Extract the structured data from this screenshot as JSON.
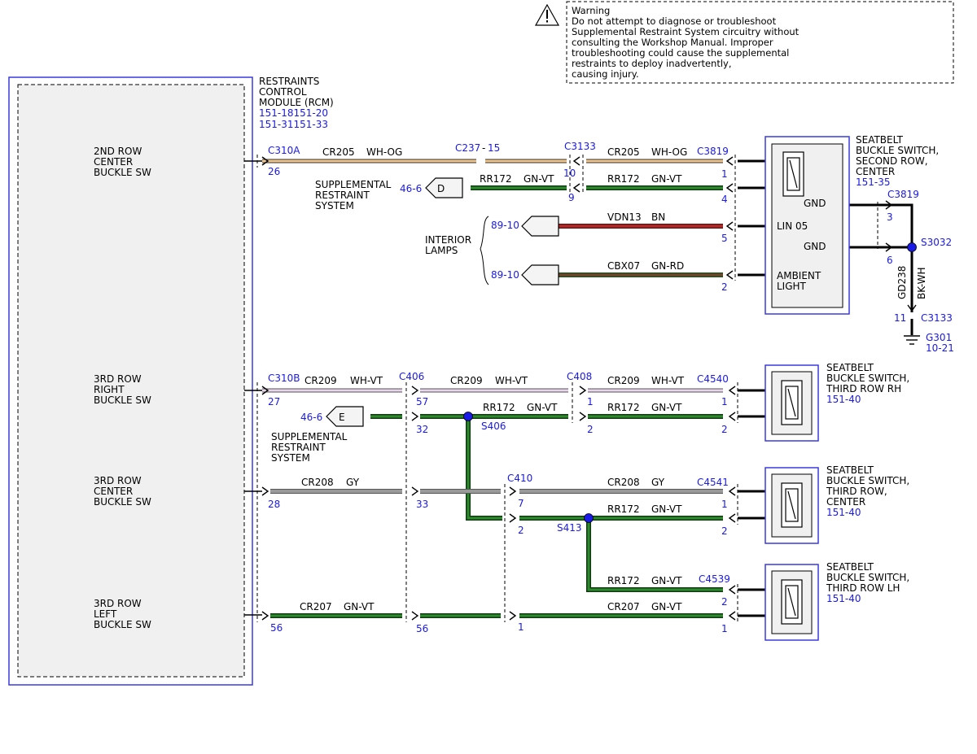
{
  "colors": {
    "blue_label": "#1a1ae6",
    "module_border": "#3a3ae0",
    "wire_white_orange": "#f2c48a",
    "wire_white_violet": "#d9c0d9",
    "wire_green_violet": "#1f6b1f",
    "wire_brown": "#a52a2a",
    "wire_green_red": "#2e6b2e",
    "wire_gray": "#8c8c8c",
    "splice": "#1a1ae6"
  },
  "warning": {
    "icon": "warning-triangle-icon",
    "title": "Warning",
    "lines": [
      "Do not attempt to diagnose or troubleshoot",
      "Supplemental Restraint System circuitry without",
      "consulting the Workshop Manual. Improper",
      "troubleshooting could cause the supplemental",
      "restraints to deploy inadvertently,",
      "causing injury."
    ]
  },
  "rcm": {
    "title_lines": [
      "RESTRAINTS",
      "CONTROL",
      "MODULE (RCM)"
    ],
    "refs": [
      "151-18151-20",
      "151-31151-33"
    ],
    "pins": [
      {
        "lines": [
          "2ND ROW",
          "CENTER",
          "BUCKLE SW"
        ]
      },
      {
        "lines": [
          "3RD ROW",
          "RIGHT",
          "BUCKLE SW"
        ]
      },
      {
        "lines": [
          "3RD ROW",
          "CENTER",
          "BUCKLE SW"
        ]
      },
      {
        "lines": [
          "3RD ROW",
          "LEFT",
          "BUCKLE SW"
        ]
      }
    ]
  },
  "connectors": {
    "c310a": "C310A",
    "c237": "C237",
    "c237_pin": "15",
    "c3133": "C3133",
    "c3819": "C3819",
    "c3819_gnd": "C3819",
    "c310b": "C310B",
    "c406": "C406",
    "c408": "C408",
    "c4540": "C4540",
    "c410": "C410",
    "c4541": "C4541",
    "c4539": "C4539",
    "c3133_gnd": "C3133"
  },
  "splices": {
    "s406": "S406",
    "s413": "S413",
    "s3032": "S3032"
  },
  "ground": {
    "name": "G301",
    "ref": "10-21"
  },
  "pins": {
    "p26": "26",
    "p10": "10",
    "p1a": "1",
    "p9": "9",
    "p4": "4",
    "p5": "5",
    "p2a": "2",
    "p3": "3",
    "p6": "6",
    "p11": "11",
    "p27": "27",
    "p57": "57",
    "p1b": "1",
    "p1c": "1",
    "p32": "32",
    "p2b": "2",
    "p2c": "2",
    "p28": "28",
    "p33": "33",
    "p7": "7",
    "p1d": "1",
    "p2d": "2",
    "p2e": "2",
    "p2f": "2",
    "p56a": "56",
    "p56b": "56",
    "p1e": "1",
    "p1f": "1"
  },
  "wires": {
    "cr205": "CR205",
    "wh_og": "WH-OG",
    "rr172": "RR172",
    "gn_vt": "GN-VT",
    "vdn13": "VDN13",
    "bn": "BN",
    "cbx07": "CBX07",
    "gn_rd": "GN-RD",
    "cr209": "CR209",
    "wh_vt": "WH-VT",
    "cr208": "CR208",
    "gy": "GY",
    "cr207": "CR207",
    "gd238": "GD238",
    "bk_wh": "BK-WH"
  },
  "offpage": {
    "srs_top": {
      "ref": "46-6",
      "letter": "D",
      "lines": [
        "SUPPLEMENTAL",
        "RESTRAINT",
        "SYSTEM"
      ]
    },
    "srs_mid": {
      "ref": "46-6",
      "letter": "E",
      "lines": [
        "SUPPLEMENTAL",
        "RESTRAINT",
        "SYSTEM"
      ]
    },
    "lamps": {
      "ref1": "89-10",
      "ref2": "89-10",
      "lines": [
        "INTERIOR",
        "LAMPS"
      ]
    }
  },
  "switches": {
    "second_row": {
      "lines": [
        "SEATBELT",
        "BUCKLE SWITCH,",
        "SECOND ROW,",
        "CENTER"
      ],
      "ref": "151-35",
      "gnd1": "GND",
      "lin": "LIN 05",
      "gnd2": "GND",
      "ambient": [
        "AMBIENT",
        "LIGHT"
      ]
    },
    "third_rh": {
      "lines": [
        "SEATBELT",
        "BUCKLE SWITCH,",
        "THIRD ROW RH"
      ],
      "ref": "151-40"
    },
    "third_center": {
      "lines": [
        "SEATBELT",
        "BUCKLE SWITCH,",
        "THIRD ROW,",
        "CENTER"
      ],
      "ref": "151-40"
    },
    "third_lh": {
      "lines": [
        "SEATBELT",
        "BUCKLE SWITCH,",
        "THIRD ROW LH"
      ],
      "ref": "151-40"
    }
  }
}
